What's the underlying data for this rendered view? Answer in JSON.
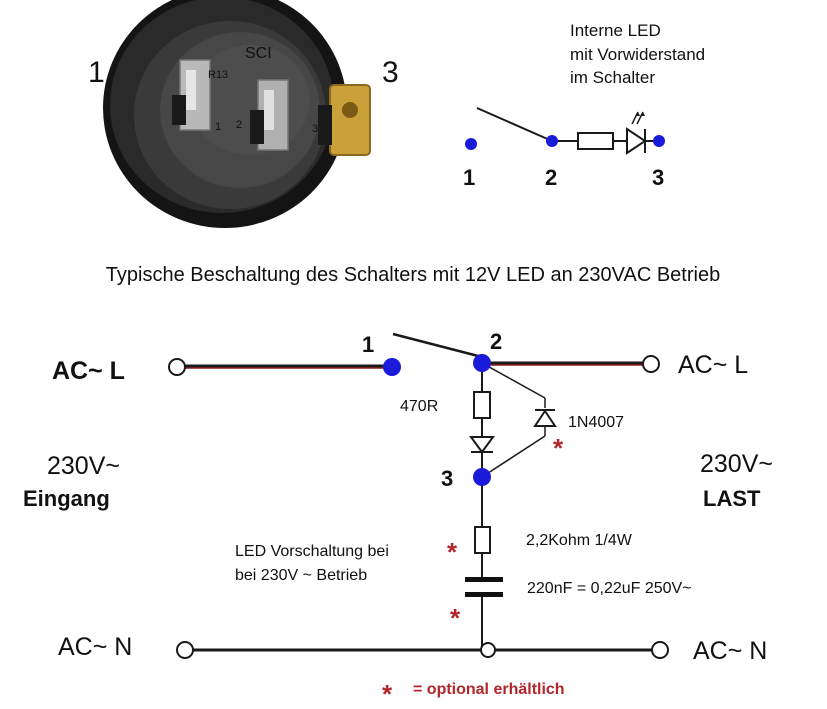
{
  "photo": {
    "pin_labels": [
      "1",
      "3"
    ],
    "embossed_text": [
      "SCI",
      "R13",
      "1",
      "2",
      "3"
    ]
  },
  "internal_schematic": {
    "caption_lines": [
      "Interne LED",
      "mit Vorwiderstand",
      "im Schalter"
    ],
    "pin_labels": [
      "1",
      "2",
      "3"
    ]
  },
  "heading": "Typische Beschaltung des Schalters mit 12V LED an 230VAC Betrieb",
  "circuit": {
    "left_top_label": "AC~ L",
    "right_top_label": "AC~ L",
    "left_voltage": "230V~",
    "left_caption": "Eingang",
    "right_voltage": "230V~",
    "right_caption": "LAST",
    "pin_labels": [
      "1",
      "2",
      "3"
    ],
    "resistor_label": "470R",
    "diode_label": "1N4007",
    "resistor2_label": "2,2Kohm  1/4W",
    "capacitor_label": "220nF = 0,22uF 250V~",
    "led_note_lines": [
      "LED Vorschaltung bei",
      "bei 230V ~ Betrieb"
    ],
    "left_bottom_label": "AC~ N",
    "right_bottom_label": "AC~ N",
    "optional_marker": "*",
    "footnote": "= optional erhältlich"
  },
  "colors": {
    "terminal_blue": "#1a1adb",
    "wire_dark": "#1a1a1a",
    "wire_red": "#8a1c1c",
    "accent_red": "#b3262a"
  }
}
